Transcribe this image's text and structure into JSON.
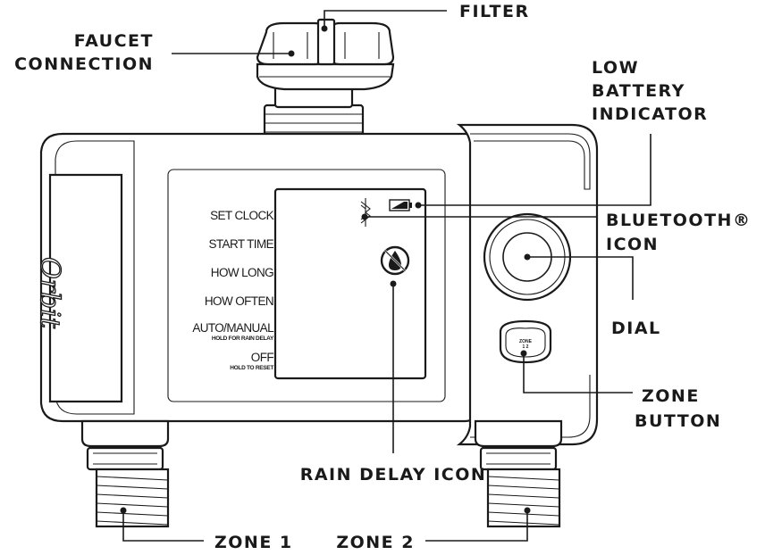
{
  "labels": {
    "filter": "FILTER",
    "faucet_connection_line1": "FAUCET",
    "faucet_connection_line2": "CONNECTION",
    "low_battery_line1": "LOW",
    "low_battery_line2": "BATTERY",
    "low_battery_line3": "INDICATOR",
    "bluetooth_line1": "BLUETOOTH®",
    "bluetooth_line2": "ICON",
    "dial": "DIAL",
    "zone_button_line1": "ZONE",
    "zone_button_line2": "BUTTON",
    "rain_delay_icon": "RAIN DELAY ICON",
    "zone1": "ZONE 1",
    "zone2": "ZONE 2"
  },
  "menu": {
    "set_clock": "SET CLOCK",
    "start_time": "START TIME",
    "how_long": "HOW LONG",
    "how_often": "HOW OFTEN",
    "auto_manual": "AUTO/MANUAL",
    "auto_manual_sub": "HOLD FOR RAIN DELAY",
    "off": "OFF",
    "off_sub": "HOLD TO RESET"
  },
  "device": {
    "zone_button_text": "ZONE",
    "zone_button_sub": "1 2",
    "side_logo_text": "Orbit"
  }
}
